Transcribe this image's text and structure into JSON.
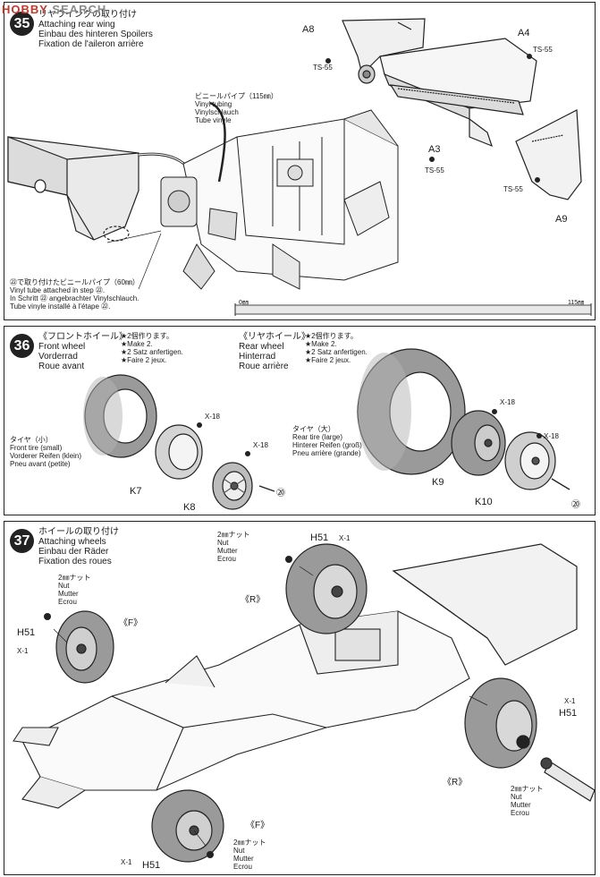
{
  "watermark": {
    "prefix": "HOBBY",
    "suffix": "SEARCH"
  },
  "step35": {
    "number": "35",
    "jp": "リヤウイングの取り付け",
    "en": "Attaching rear wing",
    "de": "Einbau des hinteren Spoilers",
    "fr": "Fixation de l'aileron arrière",
    "tube115": [
      "ビニールパイプ（115㎜）",
      "Vinyl tubing",
      "Vinylschlauch",
      "Tube vinyle"
    ],
    "tube60": [
      "㉒で取り付けたビニールパイプ（60㎜）",
      "Vinyl tube attached in step ㉒.",
      "In Schritt ㉒ angebrachter Vinylschlauch.",
      "Tube vinyle installé à l'étape ㉒."
    ],
    "ruler_start": "0㎜",
    "ruler_end": "115㎜",
    "parts": {
      "a8": "A8",
      "a4": "A4",
      "a3": "A3",
      "a9": "A9",
      "ts1": "TS-55",
      "ts2": "TS-55",
      "ts3": "TS-55",
      "ts4": "TS-55"
    }
  },
  "step36": {
    "number": "36",
    "front": {
      "jp": "《フロントホイール》",
      "en": "Front wheel",
      "de": "Vorderrad",
      "fr": "Roue avant"
    },
    "front_make": [
      "★2個作ります。",
      "★Make 2.",
      "★2 Satz anfertigen.",
      "★Faire 2 jeux."
    ],
    "rear": {
      "jp": "《リヤホイール》",
      "en": "Rear wheel",
      "de": "Hinterrad",
      "fr": "Roue arrière"
    },
    "rear_make": [
      "★2個作ります。",
      "★Make 2.",
      "★2 Satz anfertigen.",
      "★Faire 2 jeux."
    ],
    "front_tire": [
      "タイヤ（小）",
      "Front tire (small)",
      "Vorderer Reifen (klein)",
      "Pneu avant (petite)"
    ],
    "rear_tire": [
      "タイヤ（大）",
      "Rear tire (large)",
      "Hinterer Reifen (groß)",
      "Pneu arrière (grande)"
    ],
    "parts": {
      "k7": "K7",
      "k8": "K8",
      "k9": "K9",
      "k10": "K10",
      "x1": "X-18",
      "x2": "X-18",
      "x3": "X-18",
      "x4": "X-18",
      "ref1": "⑳",
      "ref2": "⑳"
    }
  },
  "step37": {
    "number": "37",
    "jp": "ホイールの取り付け",
    "en": "Attaching wheels",
    "de": "Einbau der Räder",
    "fr": "Fixation des roues",
    "nut": [
      "2㎜ナット",
      "Nut",
      "Mutter",
      "Ecrou"
    ],
    "parts": {
      "h51": "H51",
      "x1": "X-1",
      "f": "《F》",
      "r": "《R》"
    }
  }
}
